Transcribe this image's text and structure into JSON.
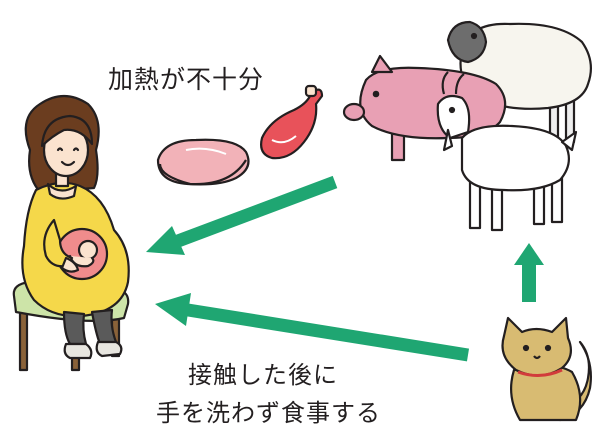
{
  "captions": {
    "undercooked_meat": "加熱が不十分",
    "after_contact_line1": "接触した後に",
    "after_contact_line2": "手を洗わず食事する"
  },
  "figures": {
    "pregnant_woman": "pregnant-woman",
    "raw_meat_steak": "steak-meat",
    "raw_meat_leg": "leg-of-meat",
    "pig": "pig",
    "sheep": "sheep",
    "goat": "goat",
    "cat": "cat"
  },
  "colors": {
    "arrow": "#1fa672",
    "outline": "#231f20",
    "dress": "#f5d84a",
    "hair": "#6b3d1f",
    "skin": "#fbe3cf",
    "pig": "#e8a0b4",
    "meat": "#f2b2b8",
    "meat_red": "#e8525a",
    "sheep_face": "#6d6d6d",
    "cat": "#d8bb72",
    "stool": "#cde4a8",
    "wood": "#8a6239",
    "womb": "#f08c8c"
  }
}
